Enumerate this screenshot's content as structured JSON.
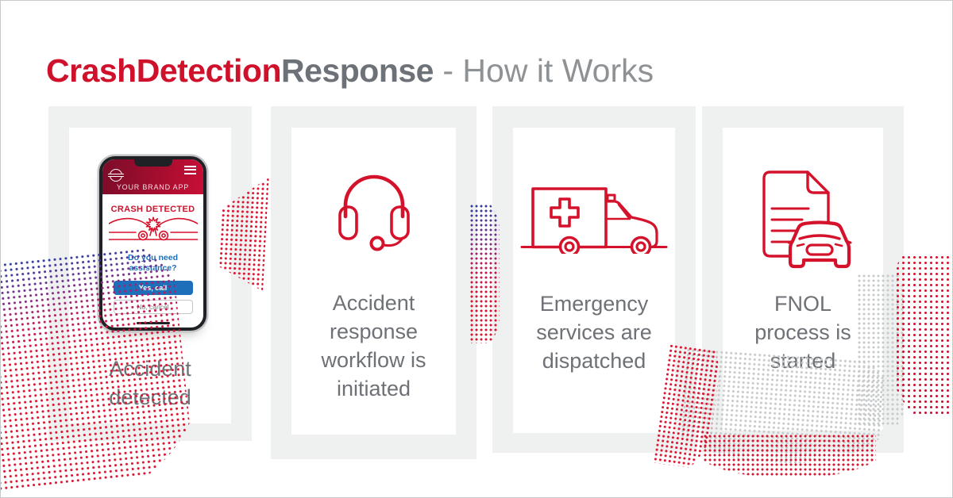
{
  "header": {
    "title_red": "CrashDetection",
    "title_gray": "Response",
    "title_suffix": " - How it Works"
  },
  "colors": {
    "red": "#d5122b",
    "title_red": "#d0112b",
    "title_gray": "#6d7278",
    "subtitle_gray": "#8f9295",
    "label_gray": "#6e7175",
    "panel_bg": "#eff0f0",
    "blue": "#1c6fb8"
  },
  "steps": [
    {
      "id": "accident-detected",
      "icon": "phone-mockup",
      "label": "Accident\ndetected"
    },
    {
      "id": "workflow-initiated",
      "icon": "headset-icon",
      "label": "Accident\nresponse\nworkflow is\ninitiated"
    },
    {
      "id": "services-dispatched",
      "icon": "ambulance-icon",
      "label": "Emergency\nservices are\ndispatched"
    },
    {
      "id": "fnol-started",
      "icon": "document-car-icon",
      "label": "FNOL\nprocess is\nstarted"
    }
  ],
  "phone": {
    "app_name": "YOUR BRAND APP",
    "alert_title": "CRASH DETECTED",
    "question": "Do you need\nassistance?",
    "primary_button": "Yes, call",
    "secondary_button": "No, cancel"
  }
}
